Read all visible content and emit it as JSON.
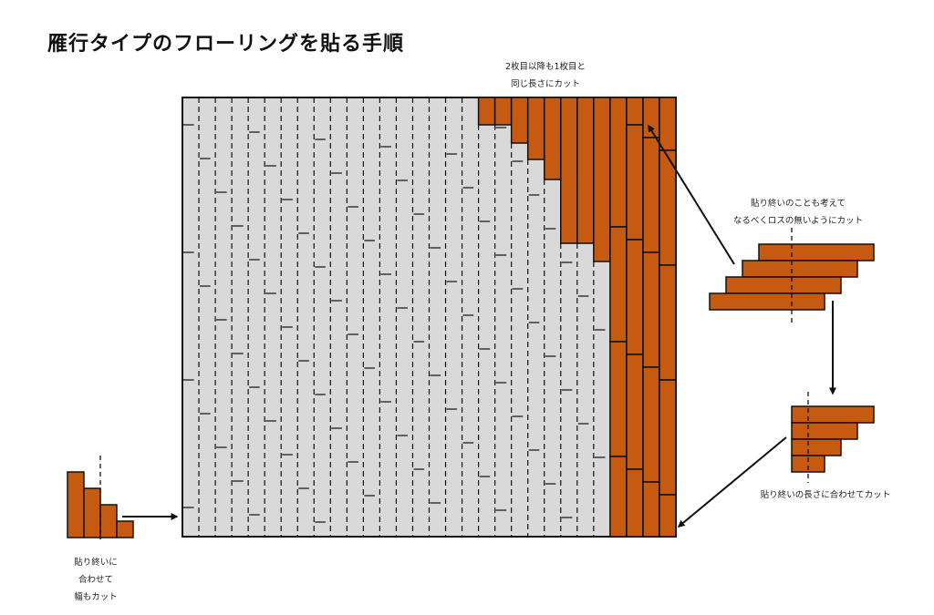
{
  "title": "雁行タイプのフローリングを貼る手順",
  "notes": {
    "top": [
      "2枚目以降も1枚目と",
      "同じ長さにカット"
    ],
    "right_top": [
      "貼り終いのことも考えて",
      "なるべくロスの無いようにカット"
    ],
    "right_bottom": [
      "貼り終いの長さに合わせてカット"
    ],
    "left": [
      "貼り終いに",
      "合わせて",
      "幅もカット"
    ]
  },
  "colors": {
    "board_orange": "#c65a10",
    "board_gray": "#d9d9d9",
    "stroke": "#111111"
  },
  "icons": [
    "arrow-icon"
  ]
}
